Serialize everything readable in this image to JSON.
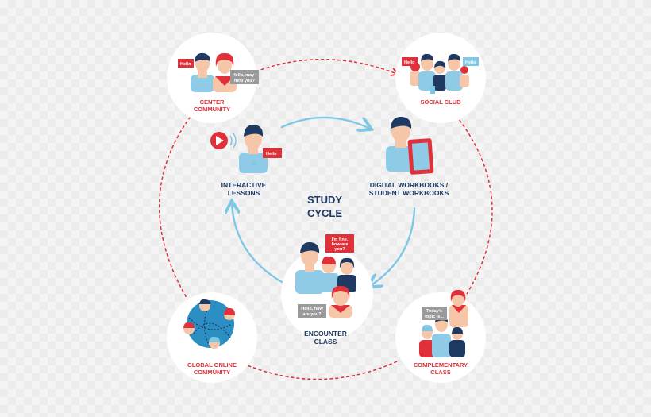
{
  "center": {
    "line1": "STUDY",
    "line2": "CYCLE"
  },
  "steps": {
    "interactive": {
      "line1": "INTERACTIVE",
      "line2": "LESSONS",
      "bubble": "Hello"
    },
    "workbooks": {
      "line1": "DIGITAL WORKBOOKS /",
      "line2": "STUDENT WORKBOOKS"
    },
    "encounter": {
      "line1": "ENCOUNTER",
      "line2": "CLASS",
      "bubble_a_1": "I'm fine,",
      "bubble_a_2": "how are",
      "bubble_a_3": "you?",
      "bubble_b_1": "Hello, how",
      "bubble_b_2": "are you?"
    }
  },
  "nodes": {
    "center_community": {
      "line1": "CENTER",
      "line2": "COMMUNITY",
      "bubble_a": "Hello",
      "bubble_b_1": "Hello, may I",
      "bubble_b_2": "help you?"
    },
    "social_club": {
      "line1": "SOCIAL CLUB",
      "bubble_a": "Hello",
      "bubble_b": "Hello"
    },
    "global_online": {
      "line1": "GLOBAL ONLINE",
      "line2": "COMMUNITY"
    },
    "complementary": {
      "line1": "COMPLEMENTARY",
      "line2": "CLASS",
      "bubble_1": "Today's",
      "bubble_2": "topic is..."
    }
  },
  "colors": {
    "navy": "#1e3a63",
    "red": "#e0303a",
    "cycle_arrow": "#7ec8e3",
    "shirt": "#8fcbe6",
    "skin": "#f6c6a8"
  }
}
